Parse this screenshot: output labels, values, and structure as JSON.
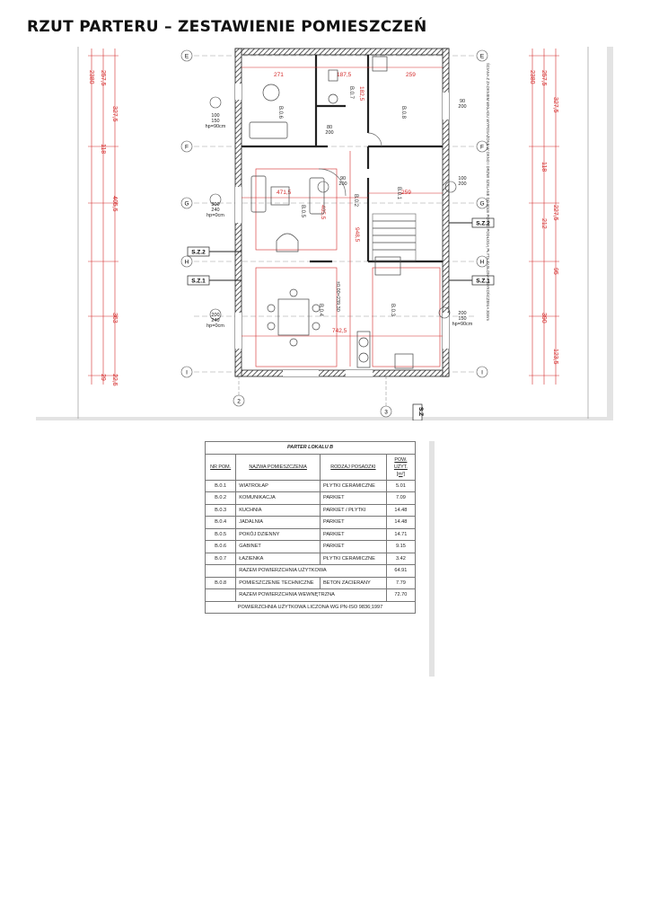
{
  "page": {
    "title": "RZUT PARTERU – ZESTAWIENIE POMIESZCZEŃ"
  },
  "plan": {
    "axes_left": [
      "E",
      "F",
      "G",
      "H",
      "I"
    ],
    "axes_bottom": [
      "2",
      "3"
    ],
    "rooms": [
      "B.0.1",
      "B.0.2",
      "B.0.3",
      "B.0.4",
      "B.0.5",
      "B.0.6",
      "B.0.7",
      "B.0.8"
    ],
    "section_marks": [
      "S.Z.2",
      "S.Z.1",
      "S.Z.2",
      "S.Z.1",
      "S.Z"
    ],
    "openings": [
      "100\n150\nhp=90cm",
      "90\n200",
      "80\n200",
      "300\n240\nhp=0cm",
      "200\n240\nhp=0cm",
      "90\n200",
      "100\n200",
      "200\n150\nhp=90cm"
    ],
    "dims_top": [
      "271",
      "187,5",
      "259"
    ],
    "dims_red": [
      "471,5",
      "405,5",
      "948,5",
      "742,5",
      "259",
      "182,5"
    ],
    "level_mark": "±0,00=239,30",
    "dims_left_outer": [
      "2380",
      "257,5",
      "327,5",
      "118",
      "405,5",
      "363",
      "29",
      "22,5"
    ],
    "dims_right_outer": [
      "2380",
      "257,5",
      "327,5",
      "118",
      "227,5",
      "212",
      "95",
      "390",
      "123,5"
    ],
    "note_right": "ŚCIANA Z ZAOKNIEM WKŁADU WYPOSAŻONE W OKNO I DRZWI SZKLANE DO 90cm PONAD PODŁOGĄ PŁYTA ZASŁONA I WYKOŃCZENIA 30mm"
  },
  "table": {
    "caption": "PARTER LOKALU B",
    "headers": {
      "no": "NR POM.",
      "name": "NAZWA POMIESZCZENIA",
      "floor": "RODZAJ POSADZKI",
      "area": "POW. UŻYT. [m²]"
    },
    "rows": [
      {
        "no": "B.0.1",
        "name": "WIATROŁAP",
        "floor": "PŁYTKI CERAMICZNE",
        "area": "5.01"
      },
      {
        "no": "B.0.2",
        "name": "KOMUNIKACJA",
        "floor": "PARKIET",
        "area": "7.09"
      },
      {
        "no": "B.0.3",
        "name": "KUCHNIA",
        "floor": "PARKIET / PŁYTKI",
        "area": "14.48"
      },
      {
        "no": "B.0.4",
        "name": "JADALNIA",
        "floor": "PARKIET",
        "area": "14.48"
      },
      {
        "no": "B.0.5",
        "name": "POKÓJ DZIENNY",
        "floor": "PARKIET",
        "area": "14.71"
      },
      {
        "no": "B.0.6",
        "name": "GABINET",
        "floor": "PARKIET",
        "area": "9.15"
      },
      {
        "no": "B.0.7",
        "name": "ŁAZIENKA",
        "floor": "PŁYTKI CERAMICZNE",
        "area": "3.42"
      }
    ],
    "usable_total_label": "RAZEM POWIERZCHNIA UŻYTKOWA",
    "usable_total": "64.91",
    "tech_row": {
      "no": "B.0.8",
      "name": "POMIESZCZENIE TECHNICZNE",
      "floor": "BETON ZACIERANY",
      "area": "7.79"
    },
    "internal_total_label": "RAZEM POWIERZCHNIA WEWNĘTRZNA",
    "internal_total": "72.70",
    "footnote": "POWIERZCHNIA UŻYTKOWA LICZONA WG PN-ISO 9836;1997"
  },
  "colors": {
    "dimension_red": "#d42a2a",
    "wall": "#222222",
    "grid": "#9a9a9a"
  }
}
